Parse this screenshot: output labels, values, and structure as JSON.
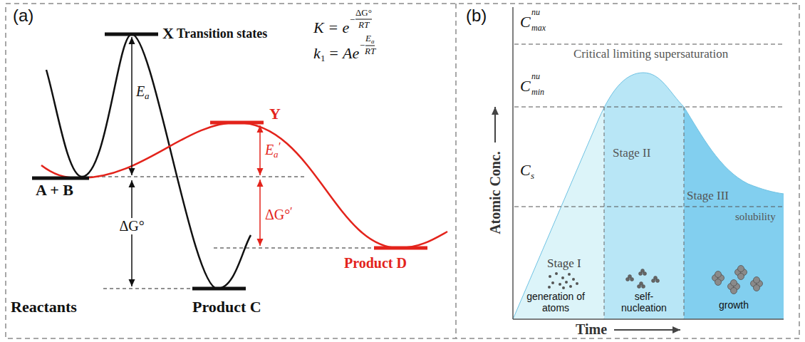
{
  "diagram": {
    "labels": [
      "(a)",
      "Transition states",
      "X",
      "Y",
      "K = e",
      "−",
      "ΔG°",
      "RT",
      "k",
      "1",
      "= Ae",
      "−",
      "E",
      "a",
      "RT",
      "E",
      "a",
      "A + B",
      "E",
      "a",
      "′",
      "ΔG°",
      "ΔG°",
      "′",
      "Product D",
      "Reactants",
      "Product C",
      "(b)",
      "C",
      "nu",
      "max",
      "Critical limiting supersaturation",
      "C",
      "nu",
      "min",
      "Stage II",
      "C",
      "s",
      "Stage III",
      "solubility",
      "Stage I",
      "generation of atoms",
      "self-nucleation",
      "growth",
      "Atomic Conc.",
      "Time"
    ]
  }
}
